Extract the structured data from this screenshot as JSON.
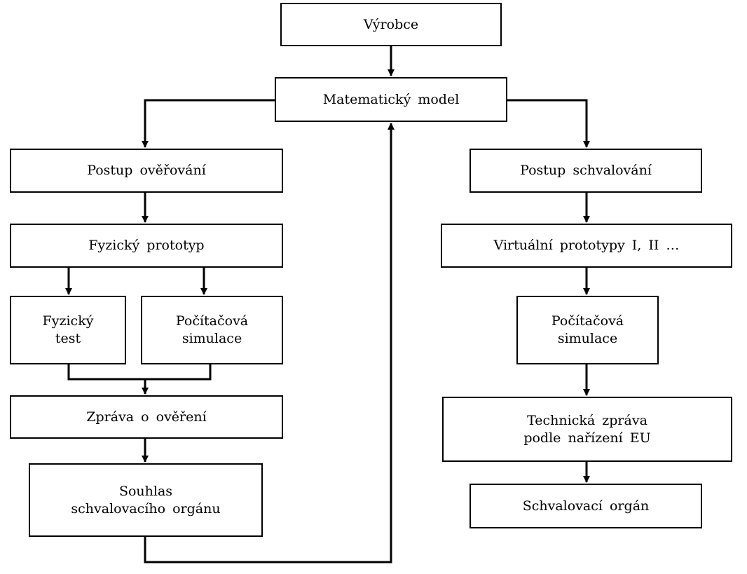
{
  "boxes": {
    "vyrobce": "Výrobce",
    "model": "Matematický model",
    "overovani": "Postup ověřování",
    "schvalovani": "Postup schvalování",
    "fyzicky_prototyp": "Fyzický prototyp",
    "virtualni_prototypy": "Virtuální prototypy I, II …",
    "fyzicky_test": "Fyzický\ntest",
    "simulace_left": "Počítačová\nsimulace",
    "simulace_right": "Počítačová\nsimulace",
    "zprava_overeni": "Zpráva o ověření",
    "technicka_zprava": "Technická zpráva\npodle nařízení EU",
    "souhlas": "Souhlas\nschvalovacího orgánu",
    "schvalovaci_organ": "Schvalovací orgán"
  }
}
